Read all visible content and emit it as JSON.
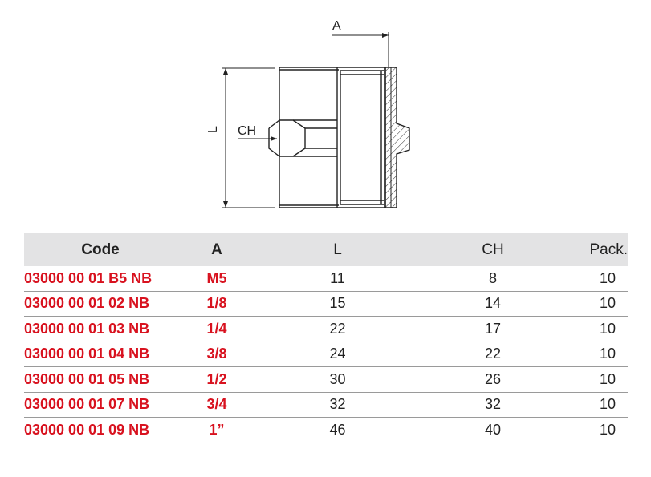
{
  "drawing": {
    "label_a": "A",
    "label_ch": "CH",
    "label_l": "L"
  },
  "table": {
    "headers": {
      "code": "Code",
      "a": "A",
      "l": "L",
      "ch": "CH",
      "pack": "Pack."
    },
    "rows": [
      {
        "code": "03000 00 01 B5 NB",
        "a": "M5",
        "l": "11",
        "ch": "8",
        "pack": "10"
      },
      {
        "code": "03000 00 01 02 NB",
        "a": "1/8",
        "l": "15",
        "ch": "14",
        "pack": "10"
      },
      {
        "code": "03000 00 01 03 NB",
        "a": "1/4",
        "l": "22",
        "ch": "17",
        "pack": "10"
      },
      {
        "code": "03000 00 01 04 NB",
        "a": "3/8",
        "l": "24",
        "ch": "22",
        "pack": "10"
      },
      {
        "code": "03000 00 01 05 NB",
        "a": "1/2",
        "l": "30",
        "ch": "26",
        "pack": "10"
      },
      {
        "code": "03000 00 01 07 NB",
        "a": "3/4",
        "l": "32",
        "ch": "32",
        "pack": "10"
      },
      {
        "code": "03000 00 01 09 NB",
        "a": "1”",
        "l": "46",
        "ch": "40",
        "pack": "10"
      }
    ]
  },
  "colors": {
    "code_text": "#d8121f",
    "header_bg": "#e3e3e4",
    "row_divider": "#9a9a9a"
  }
}
